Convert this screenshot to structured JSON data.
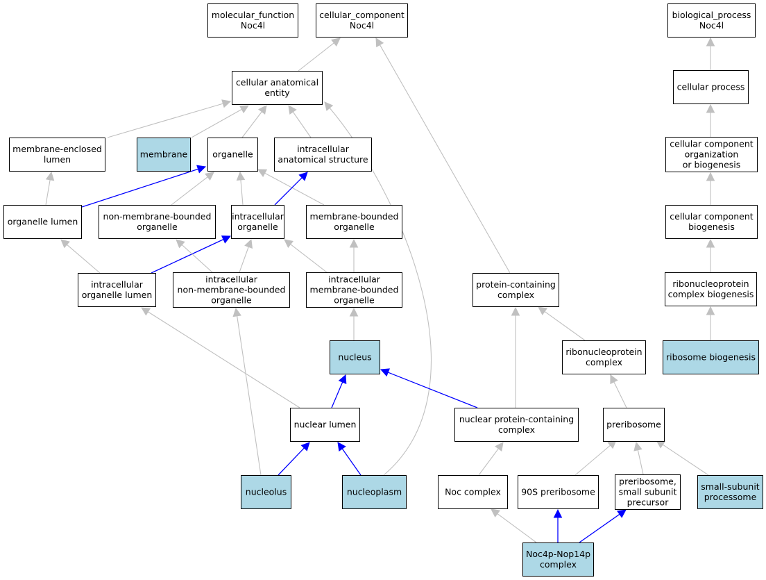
{
  "colors": {
    "highlight_fill": "#add8e6",
    "default_fill": "#ffffff",
    "node_stroke": "#000000",
    "edge_gray": "#c0c0c0",
    "edge_blue": "#0000ff"
  },
  "nodes": {
    "molecular_function": {
      "lines": [
        "molecular_function",
        "Noc4l"
      ],
      "highlight": false
    },
    "cellular_component": {
      "lines": [
        "cellular_component",
        "Noc4l"
      ],
      "highlight": false
    },
    "biological_process": {
      "lines": [
        "biological_process",
        "Noc4l"
      ],
      "highlight": false
    },
    "cellular_anatomical_entity": {
      "lines": [
        "cellular anatomical",
        "entity"
      ],
      "highlight": false
    },
    "cellular_process": {
      "lines": [
        "cellular process"
      ],
      "highlight": false
    },
    "membrane_enclosed_lumen": {
      "lines": [
        "membrane-enclosed",
        "lumen"
      ],
      "highlight": false
    },
    "membrane": {
      "lines": [
        "membrane"
      ],
      "highlight": true
    },
    "organelle": {
      "lines": [
        "organelle"
      ],
      "highlight": false
    },
    "intracellular_anatomical_structure": {
      "lines": [
        "intracellular",
        "anatomical structure"
      ],
      "highlight": false
    },
    "cc_organization": {
      "lines": [
        "cellular component",
        "organization",
        "or biogenesis"
      ],
      "highlight": false
    },
    "organelle_lumen": {
      "lines": [
        "organelle lumen"
      ],
      "highlight": false
    },
    "non_membrane_bounded_organelle": {
      "lines": [
        "non-membrane-bounded",
        "organelle"
      ],
      "highlight": false
    },
    "intracellular_organelle": {
      "lines": [
        "intracellular",
        "organelle"
      ],
      "highlight": false
    },
    "membrane_bounded_organelle": {
      "lines": [
        "membrane-bounded",
        "organelle"
      ],
      "highlight": false
    },
    "cc_biogenesis": {
      "lines": [
        "cellular component",
        "biogenesis"
      ],
      "highlight": false
    },
    "intracellular_organelle_lumen": {
      "lines": [
        "intracellular",
        "organelle lumen"
      ],
      "highlight": false
    },
    "intracellular_non_membrane_bounded": {
      "lines": [
        "intracellular",
        "non-membrane-bounded",
        "organelle"
      ],
      "highlight": false
    },
    "intracellular_membrane_bounded": {
      "lines": [
        "intracellular",
        "membrane-bounded",
        "organelle"
      ],
      "highlight": false
    },
    "protein_containing_complex": {
      "lines": [
        "protein-containing",
        "complex"
      ],
      "highlight": false
    },
    "rnp_complex_biogenesis": {
      "lines": [
        "ribonucleoprotein",
        "complex biogenesis"
      ],
      "highlight": false
    },
    "nucleus": {
      "lines": [
        "nucleus"
      ],
      "highlight": true
    },
    "rnp_complex": {
      "lines": [
        "ribonucleoprotein",
        "complex"
      ],
      "highlight": false
    },
    "ribosome_biogenesis": {
      "lines": [
        "ribosome biogenesis"
      ],
      "highlight": true
    },
    "nuclear_lumen": {
      "lines": [
        "nuclear lumen"
      ],
      "highlight": false
    },
    "nuclear_protein_containing_complex": {
      "lines": [
        "nuclear protein-containing",
        "complex"
      ],
      "highlight": false
    },
    "preribosome": {
      "lines": [
        "preribosome"
      ],
      "highlight": false
    },
    "nucleolus": {
      "lines": [
        "nucleolus"
      ],
      "highlight": true
    },
    "nucleoplasm": {
      "lines": [
        "nucleoplasm"
      ],
      "highlight": true
    },
    "noc_complex": {
      "lines": [
        "Noc complex"
      ],
      "highlight": false
    },
    "preribosome_90s": {
      "lines": [
        "90S preribosome"
      ],
      "highlight": false
    },
    "preribosome_ssu_precursor": {
      "lines": [
        "preribosome,",
        "small subunit",
        "precursor"
      ],
      "highlight": false
    },
    "ssu_processome": {
      "lines": [
        "small-subunit",
        "processome"
      ],
      "highlight": true
    },
    "noc4p_nop14p_complex": {
      "lines": [
        "Noc4p-Nop14p",
        "complex"
      ],
      "highlight": true
    }
  },
  "edges": [
    {
      "from": "cellular_anatomical_entity",
      "to": "cellular_component",
      "color": "gray"
    },
    {
      "from": "protein_containing_complex",
      "to": "cellular_component",
      "color": "gray"
    },
    {
      "from": "cellular_process",
      "to": "biological_process",
      "color": "gray"
    },
    {
      "from": "membrane_enclosed_lumen",
      "to": "cellular_anatomical_entity",
      "color": "gray"
    },
    {
      "from": "membrane",
      "to": "cellular_anatomical_entity",
      "color": "gray"
    },
    {
      "from": "organelle",
      "to": "cellular_anatomical_entity",
      "color": "gray"
    },
    {
      "from": "intracellular_anatomical_structure",
      "to": "cellular_anatomical_entity",
      "color": "gray"
    },
    {
      "from": "nucleoplasm",
      "to": "cellular_anatomical_entity",
      "color": "gray"
    },
    {
      "from": "cc_organization",
      "to": "cellular_process",
      "color": "gray"
    },
    {
      "from": "cc_biogenesis",
      "to": "cc_organization",
      "color": "gray"
    },
    {
      "from": "rnp_complex_biogenesis",
      "to": "cc_biogenesis",
      "color": "gray"
    },
    {
      "from": "ribosome_biogenesis",
      "to": "rnp_complex_biogenesis",
      "color": "gray"
    },
    {
      "from": "organelle_lumen",
      "to": "membrane_enclosed_lumen",
      "color": "gray"
    },
    {
      "from": "organelle_lumen",
      "to": "organelle",
      "color": "blue"
    },
    {
      "from": "non_membrane_bounded_organelle",
      "to": "organelle",
      "color": "gray"
    },
    {
      "from": "intracellular_organelle",
      "to": "organelle",
      "color": "gray"
    },
    {
      "from": "membrane_bounded_organelle",
      "to": "organelle",
      "color": "gray"
    },
    {
      "from": "intracellular_organelle",
      "to": "intracellular_anatomical_structure",
      "color": "blue"
    },
    {
      "from": "intracellular_organelle_lumen",
      "to": "organelle_lumen",
      "color": "gray"
    },
    {
      "from": "intracellular_organelle_lumen",
      "to": "intracellular_organelle",
      "color": "blue"
    },
    {
      "from": "intracellular_non_membrane_bounded",
      "to": "non_membrane_bounded_organelle",
      "color": "gray"
    },
    {
      "from": "intracellular_non_membrane_bounded",
      "to": "intracellular_organelle",
      "color": "gray"
    },
    {
      "from": "intracellular_membrane_bounded",
      "to": "intracellular_organelle",
      "color": "gray"
    },
    {
      "from": "intracellular_membrane_bounded",
      "to": "membrane_bounded_organelle",
      "color": "gray"
    },
    {
      "from": "nucleus",
      "to": "intracellular_membrane_bounded",
      "color": "gray"
    },
    {
      "from": "nuclear_lumen",
      "to": "intracellular_organelle_lumen",
      "color": "gray"
    },
    {
      "from": "nuclear_lumen",
      "to": "nucleus",
      "color": "blue"
    },
    {
      "from": "nuclear_protein_containing_complex",
      "to": "nucleus",
      "color": "blue"
    },
    {
      "from": "nuclear_protein_containing_complex",
      "to": "protein_containing_complex",
      "color": "gray"
    },
    {
      "from": "rnp_complex",
      "to": "protein_containing_complex",
      "color": "gray"
    },
    {
      "from": "preribosome",
      "to": "rnp_complex",
      "color": "gray"
    },
    {
      "from": "nucleolus",
      "to": "intracellular_non_membrane_bounded",
      "color": "gray"
    },
    {
      "from": "nucleolus",
      "to": "nuclear_lumen",
      "color": "blue"
    },
    {
      "from": "nucleoplasm",
      "to": "nuclear_lumen",
      "color": "blue"
    },
    {
      "from": "noc_complex",
      "to": "nuclear_protein_containing_complex",
      "color": "gray"
    },
    {
      "from": "preribosome_90s",
      "to": "preribosome",
      "color": "gray"
    },
    {
      "from": "preribosome_ssu_precursor",
      "to": "preribosome",
      "color": "gray"
    },
    {
      "from": "ssu_processome",
      "to": "preribosome",
      "color": "gray"
    },
    {
      "from": "noc4p_nop14p_complex",
      "to": "noc_complex",
      "color": "gray"
    },
    {
      "from": "noc4p_nop14p_complex",
      "to": "preribosome_90s",
      "color": "blue"
    },
    {
      "from": "noc4p_nop14p_complex",
      "to": "preribosome_ssu_precursor",
      "color": "blue"
    }
  ]
}
